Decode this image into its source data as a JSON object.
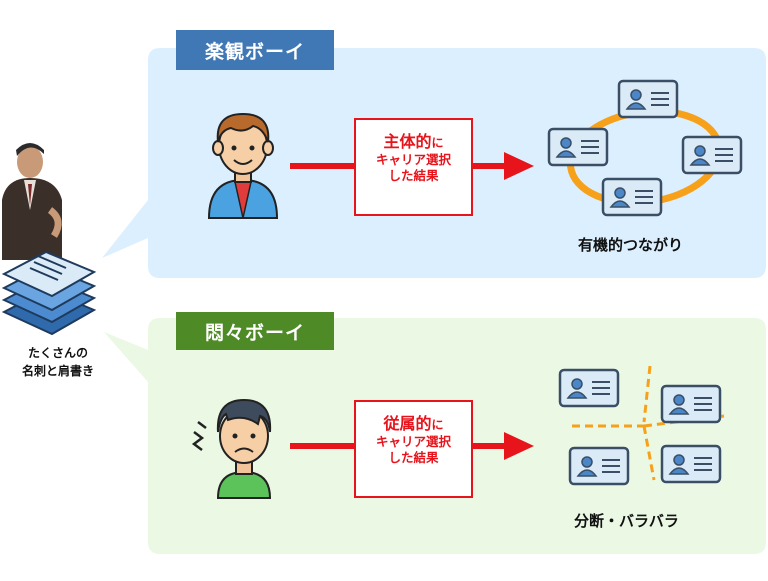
{
  "top": {
    "tag": "楽観ボーイ",
    "box": {
      "main": "主体的",
      "suffix": "に",
      "line2": "キャリア選択",
      "line3": "した結果"
    },
    "caption": "有機的つながり"
  },
  "bottom": {
    "tag": "悶々ボーイ",
    "box": {
      "main": "従属的",
      "suffix": "に",
      "line2": "キャリア選択",
      "line3": "した結果"
    },
    "caption": "分断・バラバラ"
  },
  "left": {
    "label_line1": "たくさんの",
    "label_line2": "名刺と肩書き"
  },
  "colors": {
    "top_panel": "#dcefff",
    "bottom_panel": "#eaf8e4",
    "top_tag": "#3f78b4",
    "bottom_tag": "#4e8a25",
    "arrow": "#e8141b",
    "card_fill": "#dbeaf7",
    "card_border": "#3a4f66",
    "ellipse": "#f7a11a"
  }
}
